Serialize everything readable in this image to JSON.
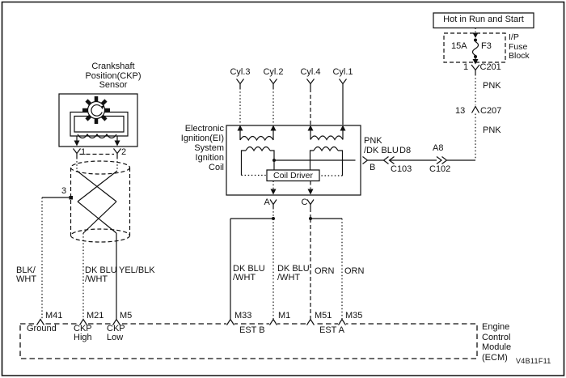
{
  "figure_id": "V4B11F11",
  "power_feed": {
    "source_label": "Hot in Run and Start",
    "fuse_rating": "15A",
    "fuse_id": "F3",
    "fuse_block_label": "I/P\nFuse\nBlock",
    "connectors": {
      "c201_pin": "1",
      "c201": "C201",
      "c207_pin": "13",
      "c207": "C207",
      "c103_pin": "D8",
      "c103": "C103",
      "c102_pin": "A8",
      "c102": "C102"
    },
    "wire_color_upper": "PNK",
    "wire_color_lower": "PNK",
    "coil_feed_color": "PNK\n/DK BLU"
  },
  "ckp_sensor": {
    "title": "Crankshaft\nPosition(CKP)\nSensor",
    "pin1": "1",
    "pin2": "2",
    "shield_pin": "3"
  },
  "ignition_coil": {
    "label": "Electronic\nIgnition(EI)\nSystem\nIgnition\nCoil",
    "cylinders": [
      "Cyl.3",
      "Cyl.2",
      "Cyl.4",
      "Cyl.1"
    ],
    "coil_driver_label": "Coil Driver",
    "terminal_a": "A",
    "terminal_b": "B",
    "terminal_c": "C"
  },
  "wire_labels": {
    "ground": "BLK/\nWHT",
    "ckp_high": "DK BLU\n/WHT",
    "ckp_low": "YEL/BLK",
    "est_b_left": "DK BLU\n/WHT",
    "est_b_right": "DK BLU\n/WHT",
    "est_a_left": "ORN",
    "est_a_right": "ORN"
  },
  "ecm": {
    "label": "Engine\nControl\nModule\n(ECM)",
    "pins": [
      {
        "id": "M41",
        "fn": "Ground"
      },
      {
        "id": "M21",
        "fn": "CKP\nHigh"
      },
      {
        "id": "M5",
        "fn": "CKP\nLow"
      },
      {
        "id": "M33",
        "fn": ""
      },
      {
        "id": "M1",
        "fn": ""
      },
      {
        "id": "M51",
        "fn": ""
      },
      {
        "id": "M35",
        "fn": ""
      }
    ],
    "est_b": "EST B",
    "est_a": "EST A"
  },
  "colors": {
    "line": "#111111",
    "background": "#ffffff"
  }
}
